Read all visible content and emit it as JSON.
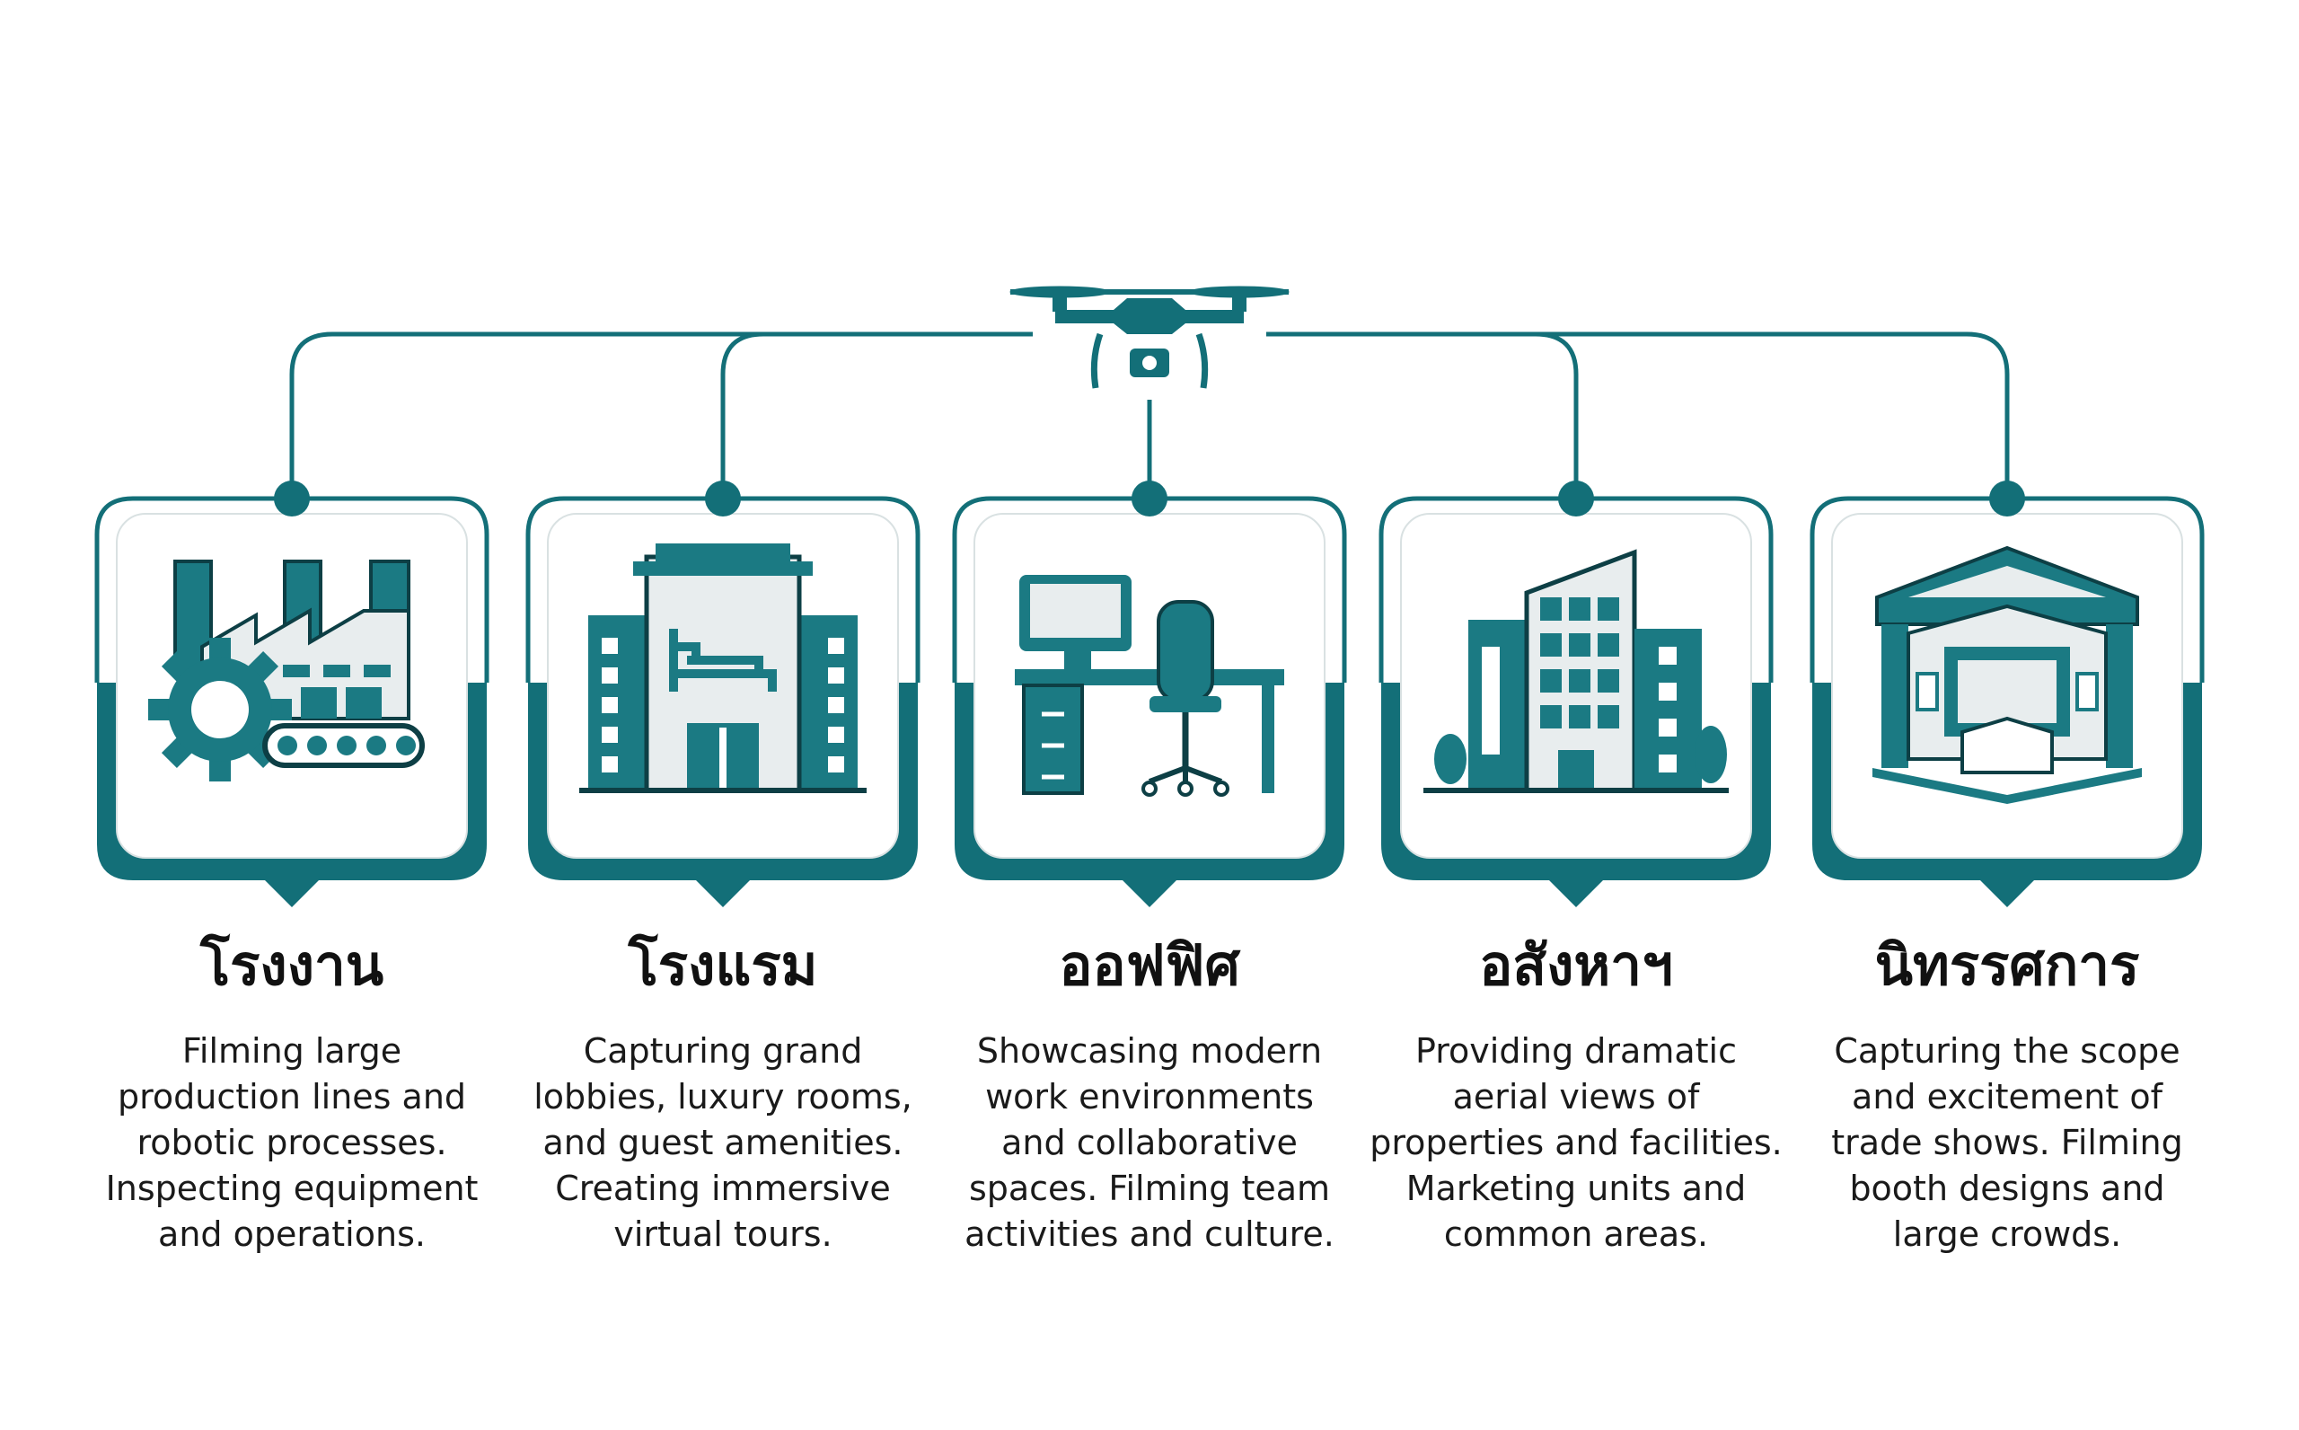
{
  "colors": {
    "teal": "#136f78",
    "teal_dark": "#0e5a62",
    "icon_fill": "#1b7a83",
    "panel": "#ffffff",
    "light_gray": "#e8edee",
    "text": "#111111"
  },
  "hub": {
    "icon": "drone-icon"
  },
  "cards": [
    {
      "icon": "factory-icon",
      "title": "โรงงาน",
      "description": "Filming large\nproduction lines and\nrobotic processes.\nInspecting equipment\nand operations."
    },
    {
      "icon": "hotel-icon",
      "title": "โรงแรม",
      "description": "Capturing grand\nlobbies, luxury rooms,\nand guest amenities.\nCreating immersive\nvirtual tours."
    },
    {
      "icon": "office-desk-icon",
      "title": "ออฟฟิศ",
      "description": "Showcasing modern\nwork environments\nand collaborative\nspaces. Filming team\nactivities and culture."
    },
    {
      "icon": "real-estate-building-icon",
      "title": "อสังหาฯ",
      "description": "Providing dramatic\naerial views of\nproperties and facilities.\nMarketing units and\ncommon areas."
    },
    {
      "icon": "exhibition-booth-icon",
      "title": "นิทรรศการ",
      "description": "Capturing the scope\nand excitement of\ntrade shows. Filming\nbooth designs and\nlarge crowds."
    }
  ]
}
